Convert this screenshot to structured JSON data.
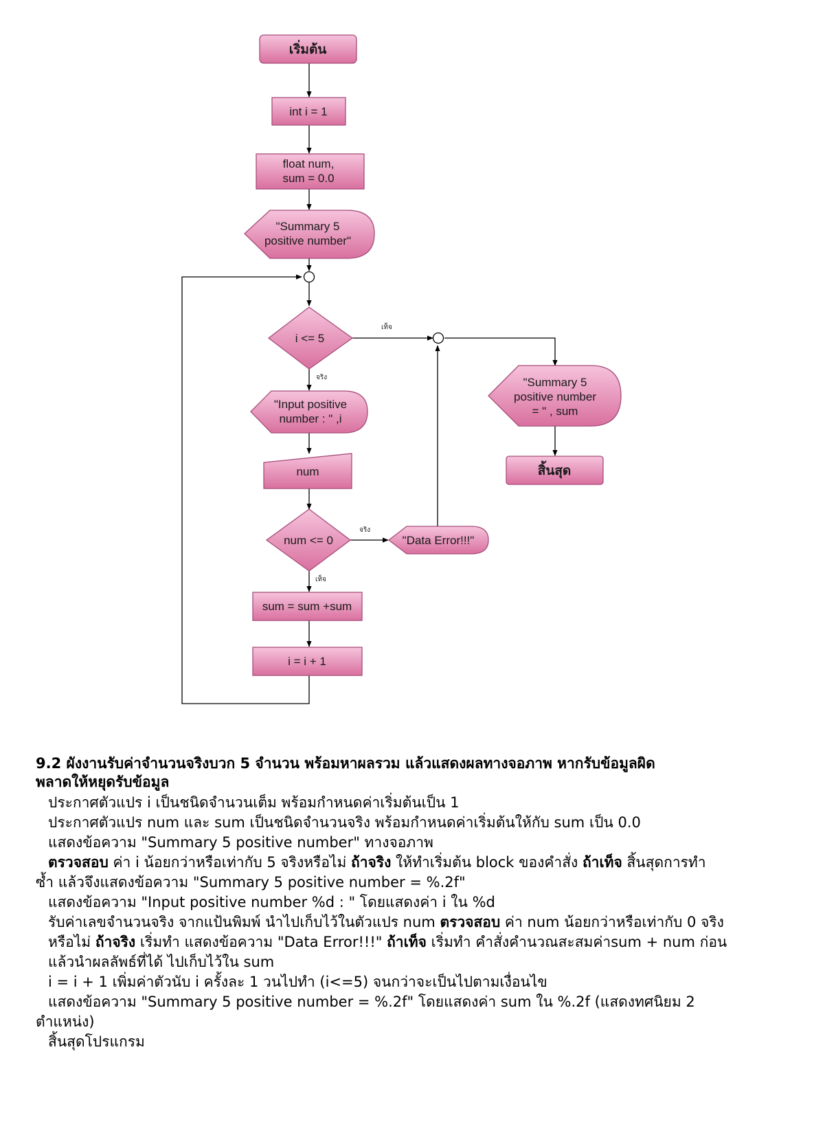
{
  "diagram": {
    "start": "เริ่มต้น",
    "init_i": "int i = 1",
    "init_num_1": "float num,",
    "init_num_2": "sum = 0.0",
    "display_title_1": "\"Summary 5",
    "display_title_2": "positive number\"",
    "loop_condition": "i <= 5",
    "label_true_1": "จริง",
    "label_false_1": "เท็จ",
    "prompt_1": "\"Input positive",
    "prompt_2": "number : \" ,i",
    "input_num": "num",
    "check_condition": "num <= 0",
    "label_true_2": "จริง",
    "label_false_2": "เท็จ",
    "error_msg": "\"Data Error!!!\"",
    "accumulate": "sum = sum +sum",
    "increment": "i = i + 1",
    "result_1": "\"Summary 5",
    "result_2": "positive number",
    "result_3": "=  \" , sum",
    "end": "สิ้นสุด",
    "colors": {
      "fill_top": "#f6c3dc",
      "fill_bottom": "#d9709f",
      "stroke": "#a64d79",
      "line": "#000000"
    }
  },
  "text": {
    "heading_1": "9.2 ผังงานรับค่าจำนวนจริงบวก 5 จำนวน พร้อมหาผลรวม แล้วแสดงผลทางจอภาพ หากรับข้อมูลผิด",
    "heading_2": "พลาดให้หยุดรับข้อมูล",
    "l1": "ประกาศตัวแปร i เป็นชนิดจำนวนเต็ม พร้อมกำหนดค่าเริ่มต้นเป็น 1",
    "l2": "ประกาศตัวแปร num และ sum เป็นชนิดจำนวนจริง พร้อมกำหนดค่าเริ่มต้นให้กับ sum เป็น 0.0",
    "l3": "แสดงข้อความ \"Summary 5 positive number\" ทางจอภาพ",
    "l4_b1": "ตรวจสอบ",
    "l4_t1": " ค่า i น้อยกว่าหรือเท่ากับ 5 จริงหรือไม่ ",
    "l4_b2": "ถ้าจริง",
    "l4_t2": " ให้ทำเริ่มต้น block ของคำสั่ง ",
    "l4_b3": "ถ้าเท็จ",
    "l4_t3": " สิ้นสุดการทำ",
    "l5": "ซ้ำ แล้วจึงแสดงข้อความ \"Summary 5 positive number = %.2f\"",
    "l6": "แสดงข้อความ \"Input positive number %d : \" โดยแสดงค่า i ใน %d",
    "l7_t1": "รับค่าเลขจำนวนจริง จากแป้นพิมพ์ นำไปเก็บไว้ในตัวแปร num ",
    "l7_b1": "ตรวจสอบ",
    "l7_t2": " ค่า num น้อยกว่าหรือเท่ากับ 0 จริง",
    "l8_t1": "หรือไม่ ",
    "l8_b1": "ถ้าจริง",
    "l8_t2": " เริ่มทำ แสดงข้อความ \"Data Error!!!\" ",
    "l8_b2": "ถ้าเท็จ",
    "l8_t3": " เริ่มทำ คำสั่งคำนวณสะสมค่าsum + num ก่อน",
    "l9": "แล้วนำผลลัพธ์ที่ได้ ไปเก็บไว้ใน sum",
    "l10": " i = i + 1 เพิ่มค่าตัวนับ i ครั้งละ 1 วนไปทำ (i<=5) จนกว่าจะเป็นไปตามเงื่อนไข",
    "l11": "แสดงข้อความ \"Summary 5 positive number = %.2f\" โดยแสดงค่า sum ใน %.2f (แสดงทศนิยม 2",
    "l12": "ตำแหน่ง)",
    "l13": "สิ้นสุดโปรแกรม"
  }
}
